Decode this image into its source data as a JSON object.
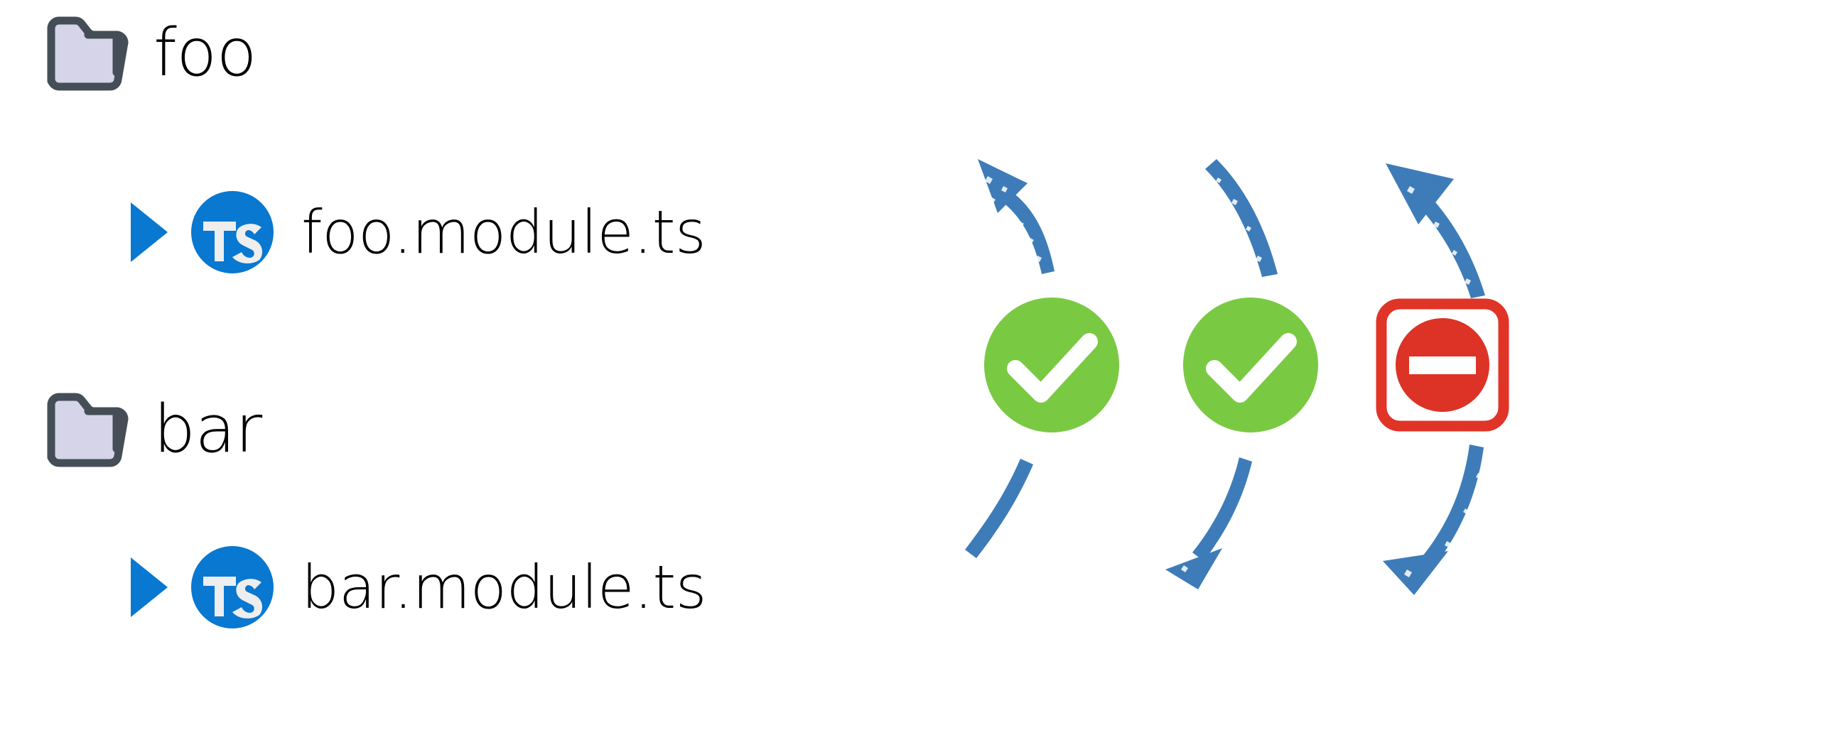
{
  "diagram": {
    "title": "Angular module folder structure with allowed and disallowed imports",
    "background_color": "#ffffff"
  },
  "file_tree": {
    "items": [
      {
        "id": "folder-foo",
        "label": "foo",
        "type": "folder",
        "icon": "open-folder-icon",
        "depth": 0
      },
      {
        "id": "file-foo-module",
        "label": "foo.module.ts",
        "type": "file",
        "icon": "typescript-icon",
        "disclosure": "expand-triangle-icon",
        "depth": 1
      },
      {
        "id": "folder-bar",
        "label": "bar",
        "type": "folder",
        "icon": "open-folder-icon",
        "depth": 0
      },
      {
        "id": "file-bar-module",
        "label": "bar.module.ts",
        "type": "file",
        "icon": "typescript-icon",
        "disclosure": "expand-triangle-icon",
        "depth": 1
      }
    ]
  },
  "annotations": {
    "columns": [
      {
        "id": "annotation-1",
        "status": "allowed",
        "badge_icon": "green-check-circle-icon",
        "badge_color": "#7ac943",
        "arrow_color": "#3d7cb8",
        "arrow_up_label": "arrow-to-foo-module",
        "arrow_down_label": "arrow-to-bar-module"
      },
      {
        "id": "annotation-2",
        "status": "allowed",
        "badge_icon": "green-check-circle-icon",
        "badge_color": "#7ac943",
        "arrow_color": "#3d7cb8",
        "arrow_up_label": "arrow-to-foo-module",
        "arrow_down_label": "arrow-to-bar-module"
      },
      {
        "id": "annotation-3",
        "status": "forbidden",
        "badge_icon": "red-no-entry-sign-icon",
        "badge_color": "#e03427",
        "arrow_color": "#3d7cb8",
        "arrow_up_label": "arrow-to-foo-module",
        "arrow_down_label": "arrow-to-bar-module"
      }
    ]
  },
  "colors": {
    "folder_outline": "#454e57",
    "folder_fill": "#d5d4e8",
    "typescript_blue": "#0878d1",
    "typescript_letter": "#eeeeee",
    "disclosure_blue": "#0878d1",
    "check_green": "#7ac943",
    "deny_red": "#e03427",
    "arrow_blue": "#3d7cb8",
    "text_black": "#000000"
  }
}
